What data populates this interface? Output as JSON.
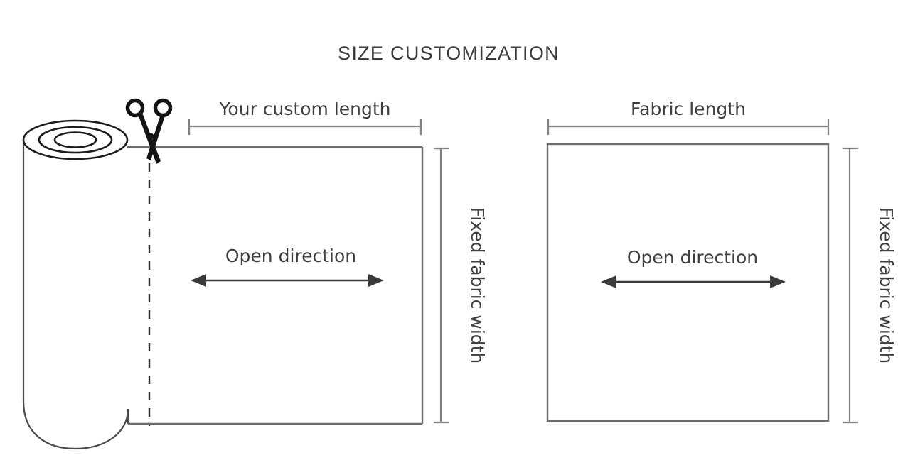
{
  "figure": {
    "title": "SIZE CUSTOMIZATION",
    "background_color": "#ffffff",
    "line_color": "#6b6b6b",
    "text_color": "#3f3f3f",
    "ink_color": "#1c1c1c"
  },
  "panels": [
    {
      "id": "custom-cut-panel",
      "length_label": "Your custom length",
      "width_label": "Fixed fabric width",
      "direction_label": "Open direction",
      "icons": {
        "scissors": "scissors-icon",
        "roll": "fabric-roll-icon",
        "cut_line": "dashed-cut-line",
        "direction_arrow": "double-headed-arrow"
      }
    },
    {
      "id": "full-bolt-panel",
      "length_label": "Fabric length",
      "width_label": "Fixed fabric width",
      "direction_label": "Open direction",
      "icons": {
        "direction_arrow": "double-headed-arrow"
      }
    }
  ]
}
